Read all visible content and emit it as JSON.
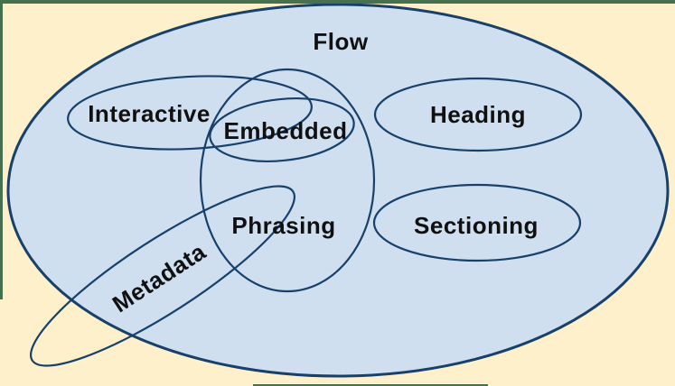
{
  "diagram": {
    "type": "venn-diagram",
    "labels": {
      "flow": "Flow",
      "interactive": "Interactive",
      "embedded": "Embedded",
      "heading": "Heading",
      "phrasing": "Phrasing",
      "sectioning": "Sectioning",
      "metadata": "Metadata"
    },
    "relationships": {
      "outer_set": "Flow",
      "inside_flow": [
        "Interactive",
        "Embedded",
        "Heading",
        "Phrasing",
        "Sectioning"
      ],
      "partially_outside_flow": [
        "Metadata"
      ],
      "overlaps": [
        [
          "Interactive",
          "Embedded"
        ],
        [
          "Embedded",
          "Phrasing"
        ],
        [
          "Metadata",
          "Phrasing"
        ]
      ]
    },
    "colors": {
      "background": "#fdf0cb",
      "flow_fill": "#cfdff0",
      "outline": "#17406b",
      "frame": "#47704f",
      "label_text": "#101010"
    }
  }
}
